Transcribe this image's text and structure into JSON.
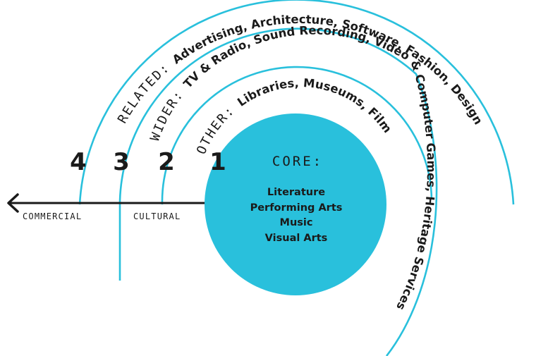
{
  "colors": {
    "accent": "#29c0dc",
    "text": "#1a1a1a"
  },
  "core": {
    "title": "CORE:",
    "items": [
      "Literature",
      "Performing Arts",
      "Music",
      "Visual Arts"
    ]
  },
  "rings": [
    {
      "number": "1",
      "keyword": "OTHER:",
      "items": "Libraries, Museums, Film"
    },
    {
      "number": "2",
      "keyword": "WIDER:",
      "items": "TV & Radio, Sound Recording, Video & Computer Games, Heritage Services"
    },
    {
      "number": "3",
      "keyword": "RELATED:",
      "items": "Advertising, Architecture, Software, Fashion, Design"
    },
    {
      "number": "4"
    }
  ],
  "axis": {
    "left_label": "COMMERCIAL",
    "right_label": "CULTURAL"
  }
}
